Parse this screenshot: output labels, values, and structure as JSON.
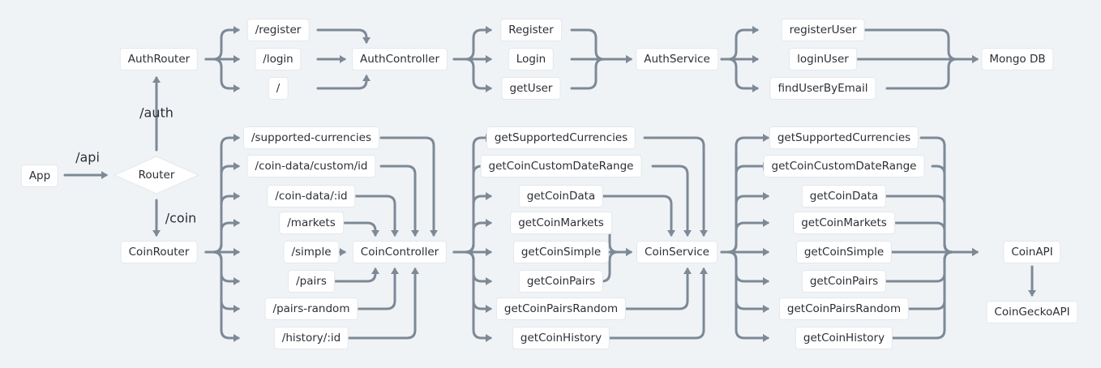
{
  "colors": {
    "background": "#f0f3f6",
    "node": "#ffffff",
    "edge": "#7d8996",
    "text": "#2b2f36"
  },
  "nodes": {
    "app": "App",
    "router": "Router",
    "auth_router": "AuthRouter",
    "coin_router": "CoinRouter",
    "auth_routes": [
      "/register",
      "/login",
      "/"
    ],
    "auth_controller": "AuthController",
    "auth_controller_methods": [
      "Register",
      "Login",
      "getUser"
    ],
    "auth_service": "AuthService",
    "auth_service_methods": [
      "registerUser",
      "loginUser",
      "findUserByEmail"
    ],
    "mongo": "Mongo DB",
    "coin_routes": [
      "/supported-currencies",
      "/coin-data/custom/id",
      "/coin-data/:id",
      "/markets",
      "/simple",
      "/pairs",
      "/pairs-random",
      "/history/:id"
    ],
    "coin_controller": "CoinController",
    "coin_controller_methods": [
      "getSupportedCurrencies",
      "getCoinCustomDateRange",
      "getCoinData",
      "getCoinMarkets",
      "getCoinSimple",
      "getCoinPairs",
      "getCoinPairsRandom",
      "getCoinHistory"
    ],
    "coin_service": "CoinService",
    "coin_service_methods": [
      "getSupportedCurrencies",
      "getCoinCustomDateRange",
      "getCoinData",
      "getCoinMarkets",
      "getCoinSimple",
      "getCoinPairs",
      "getCoinPairsRandom",
      "getCoinHistory"
    ],
    "coin_api": "CoinAPI",
    "coingecko_api": "CoinGeckoAPI"
  },
  "edge_labels": {
    "api": "/api",
    "auth": "/auth",
    "coin": "/coin"
  }
}
